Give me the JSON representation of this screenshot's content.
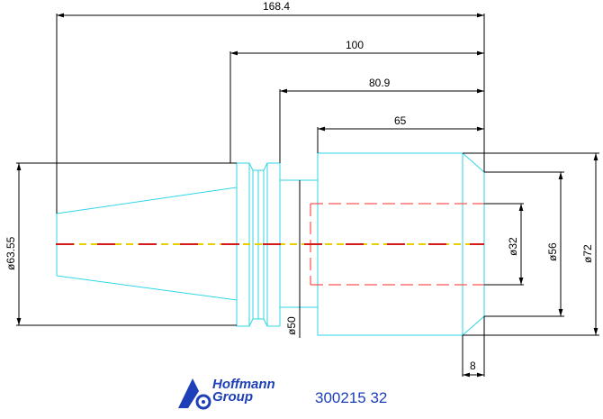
{
  "dimensions": {
    "overall_length": "168.4",
    "length_100": "100",
    "length_80_9": "80.9",
    "length_65": "65",
    "length_8": "8",
    "dia_63_55": "ø63.55",
    "dia_50": "ø50",
    "dia_32": "ø32",
    "dia_56": "ø56",
    "dia_72": "ø72"
  },
  "logo": {
    "line1": "Hoffmann",
    "line2": "Group"
  },
  "part_number": "300215 32",
  "colors": {
    "outline": "#2fd6e6",
    "hidden_bore": "#ff2a2a",
    "centerline_a": "#ff2a2a",
    "centerline_b": "#e8d000",
    "dimension": "#000000",
    "logo": "#1d3fb8"
  }
}
